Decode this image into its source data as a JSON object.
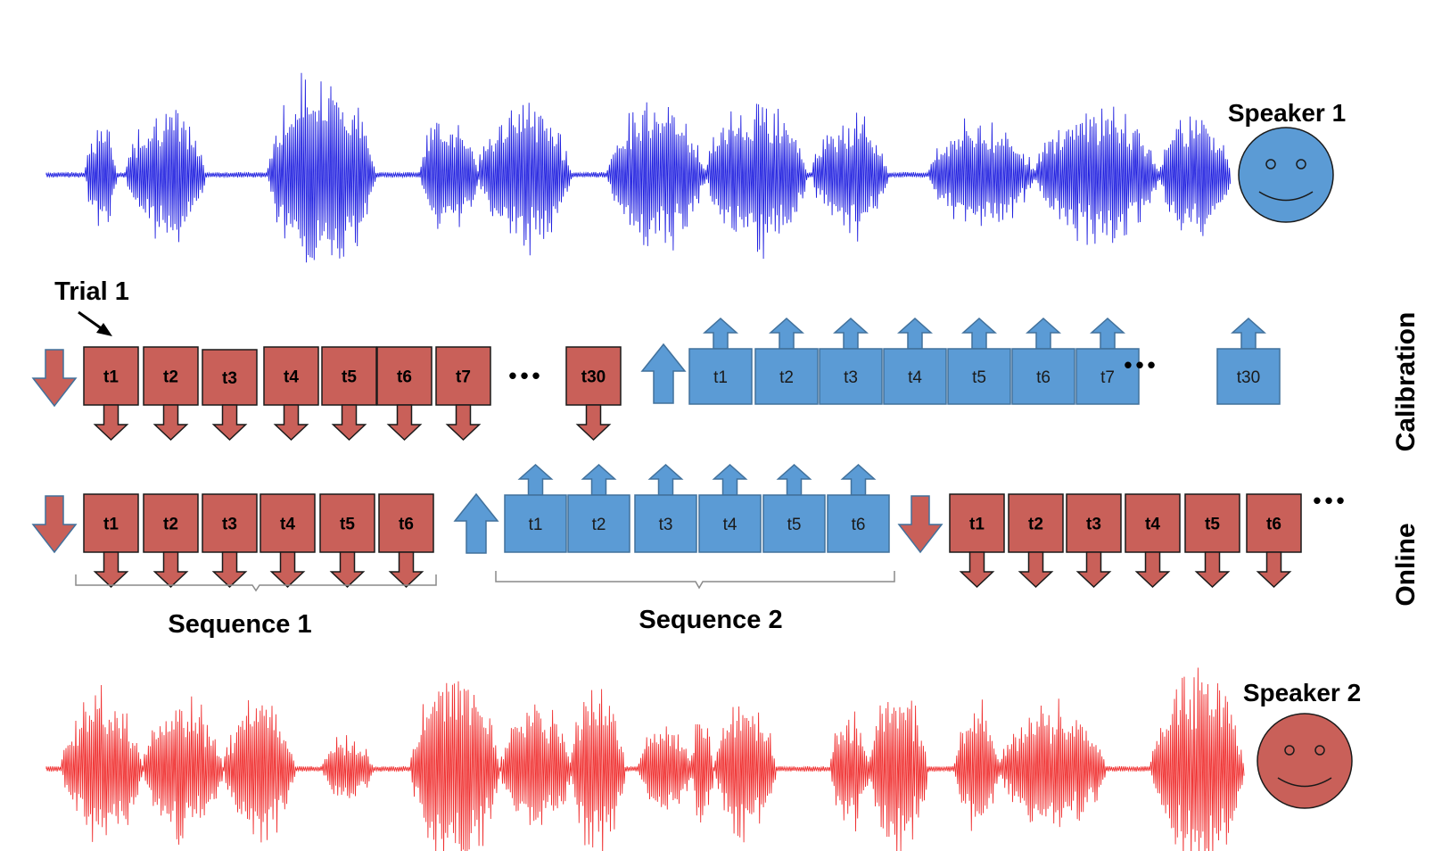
{
  "speaker1": {
    "label": "Speaker  1",
    "color": "#5b9bd5"
  },
  "speaker2": {
    "label": "Speaker  2",
    "color": "#c96059"
  },
  "wave1": {
    "color": "#2020e0"
  },
  "wave2": {
    "color": "#f03030"
  },
  "trial_label": "Trial 1",
  "ellipsis": "•••",
  "row_labels": {
    "calibration": "Calibration",
    "online": "Online"
  },
  "calibration": {
    "speaker1_trials": [
      "t1",
      "t2",
      "t3",
      "t4",
      "t5",
      "t6",
      "t7",
      "t30"
    ],
    "speaker2_trials": [
      "t1",
      "t2",
      "t3",
      "t4",
      "t5",
      "t6",
      "t7",
      "t30"
    ]
  },
  "online": {
    "sequence1_trials": [
      "t1",
      "t2",
      "t3",
      "t4",
      "t5",
      "t6"
    ],
    "sequence2_trials": [
      "t1",
      "t2",
      "t3",
      "t4",
      "t5",
      "t6"
    ],
    "sequence3_trials": [
      "t1",
      "t2",
      "t3",
      "t4",
      "t5",
      "t6"
    ]
  },
  "sequences": {
    "sequence1": "Sequence 1",
    "sequence2": "Sequence 2"
  },
  "colors": {
    "red_box": "#c96059",
    "blue_box": "#5b9bd5",
    "red_border": "#1a1a1a",
    "blue_border": "#41719c"
  }
}
